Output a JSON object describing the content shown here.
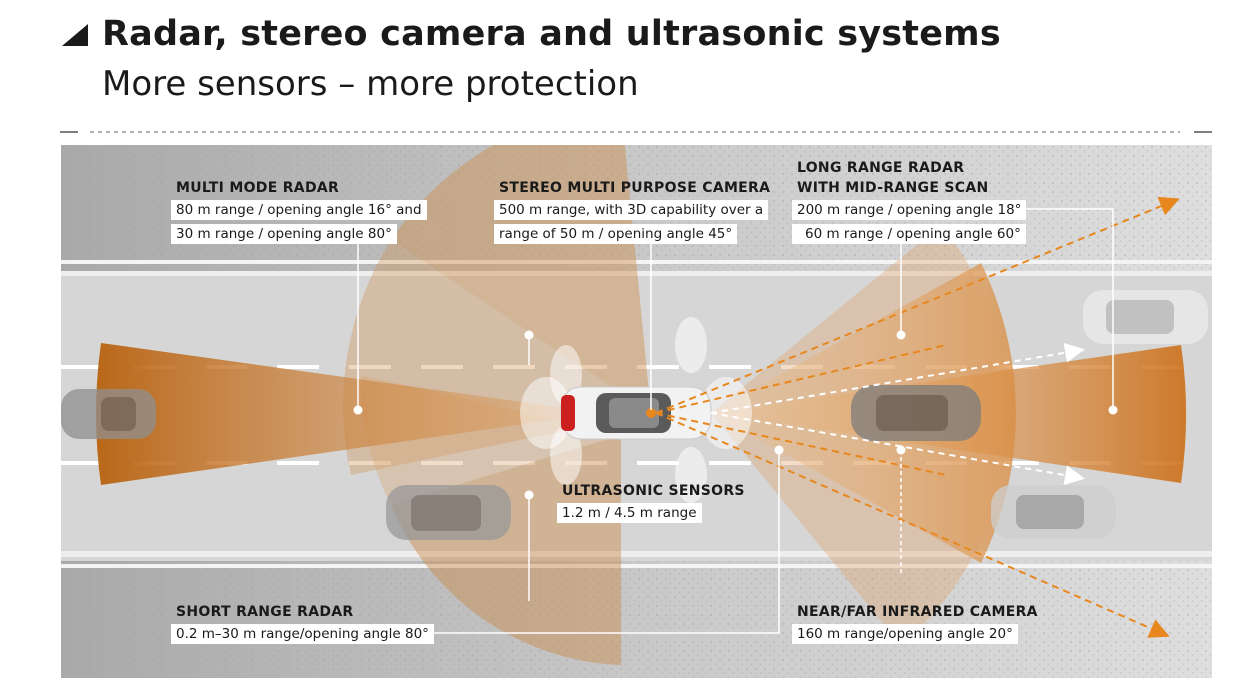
{
  "header": {
    "title": "Radar, stereo camera and ultrasonic systems",
    "subtitle": "More sensors – more protection"
  },
  "labels": {
    "multi_mode_radar": {
      "heading": "MULTI MODE RADAR",
      "line1": "80 m range / opening angle 16° and",
      "line2": "30 m range / opening angle 80°"
    },
    "stereo_camera": {
      "heading": "STEREO MULTI PURPOSE CAMERA",
      "line1": "500 m range, with 3D capability over a",
      "line2": "range of 50 m / opening angle 45°"
    },
    "long_range_radar": {
      "heading1": "LONG RANGE RADAR",
      "heading2": "WITH MID-RANGE SCAN",
      "line1": "200 m range / opening angle 18°",
      "line2": "60 m range / opening angle 60°"
    },
    "ultrasonic": {
      "heading": "ULTRASONIC SENSORS",
      "line1": "1.2 m / 4.5 m range"
    },
    "short_range_radar": {
      "heading": "SHORT RANGE RADAR",
      "line1": "0.2 m–30 m range/opening angle 80°"
    },
    "infrared_camera": {
      "heading": "NEAR/FAR INFRARED CAMERA",
      "line1": "160 m range/opening angle 20°"
    }
  },
  "colors": {
    "accent_orange": "#e8871e",
    "road": "#d4d4d4",
    "roadside": "#b4b4b4",
    "text": "#1a1a1a"
  }
}
